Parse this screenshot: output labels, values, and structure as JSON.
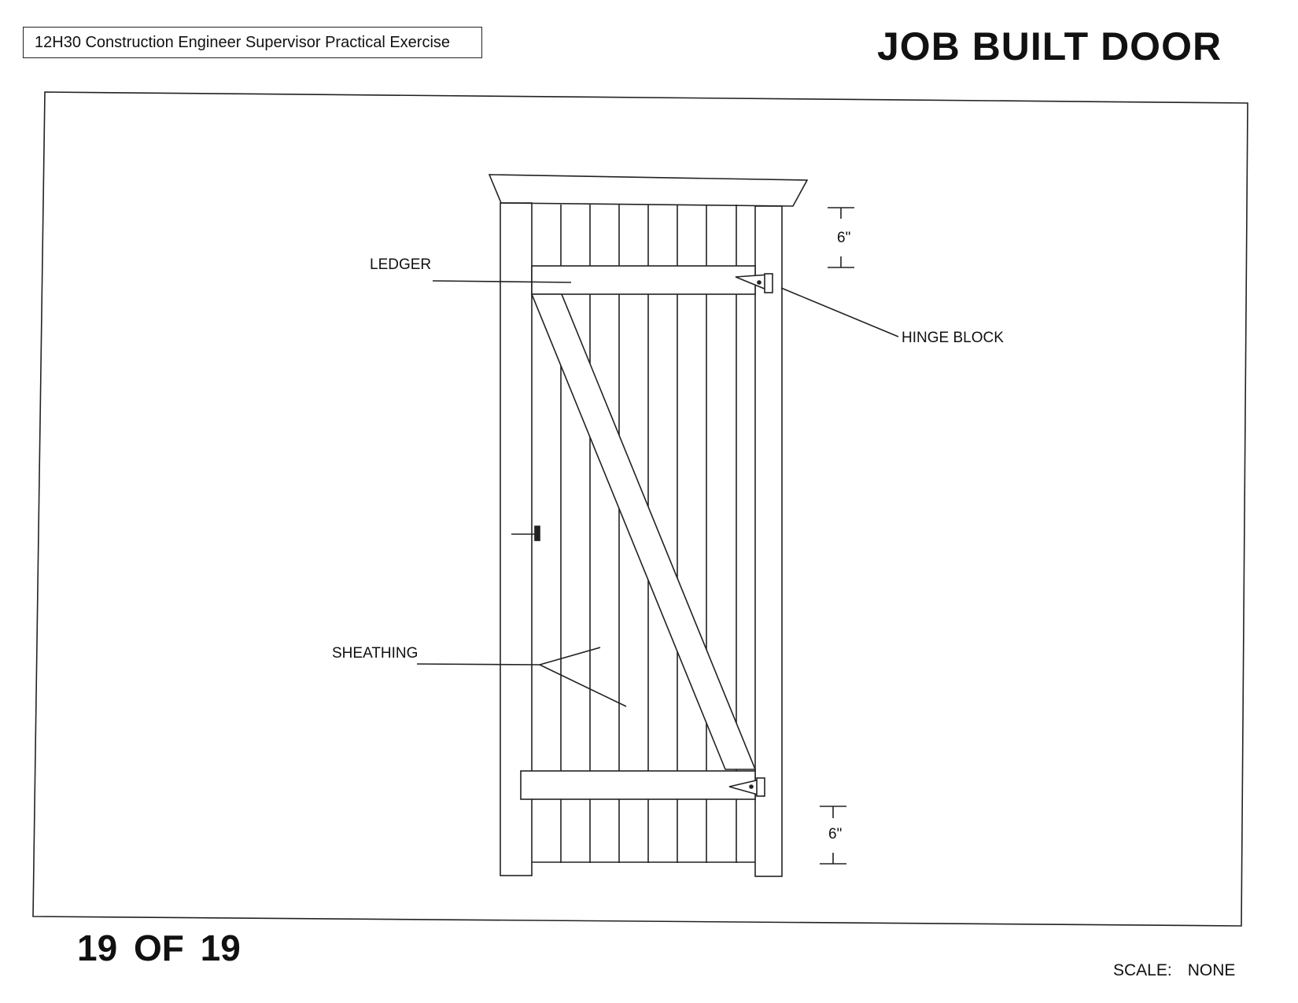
{
  "header": {
    "course_title": "12H30 Construction Engineer Supervisor Practical Exercise",
    "sheet_title": "JOB BUILT DOOR"
  },
  "drawing": {
    "labels": {
      "ledger": "LEDGER",
      "hinge_block": "HINGE BLOCK",
      "sheathing": "SHEATHING"
    },
    "dimensions": {
      "top": "6\"",
      "bottom": "6\""
    }
  },
  "footer": {
    "page_count": "19 OF 19",
    "scale_label": "SCALE:",
    "scale_value": "NONE"
  }
}
